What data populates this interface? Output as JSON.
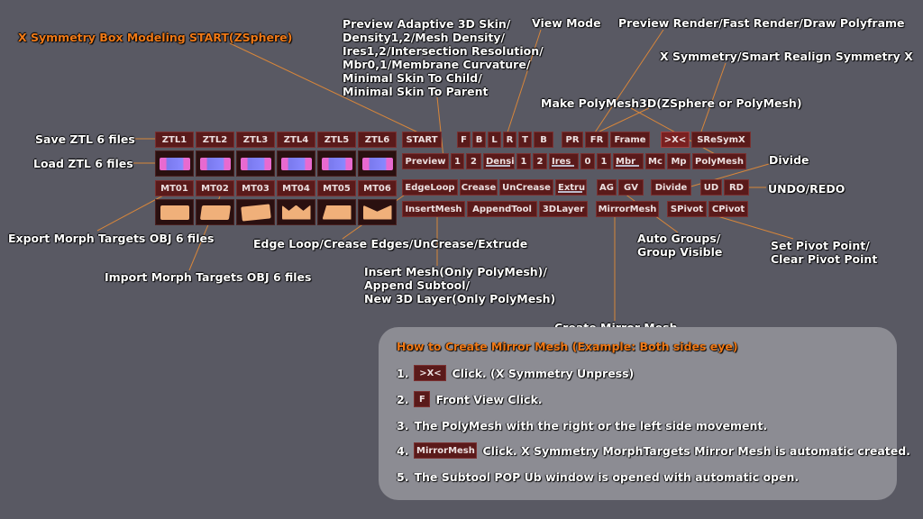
{
  "annotations": {
    "x_symmetry_start": "X Symmetry Box Modeling START(ZSphere)",
    "preview_adaptive": [
      "Preview Adaptive 3D Skin/",
      "Density1,2/Mesh Density/",
      "Ires1,2/Intersection Resolution/",
      "Mbr0,1/Membrane Curvature/",
      "Minimal Skin To Child/",
      "Minimal Skin To Parent"
    ],
    "view_mode": "View Mode",
    "preview_render": "Preview Render/Fast Render/Draw Polyframe",
    "x_symmetry_realign": "X Symmetry/Smart Realign Symmetry X",
    "make_polymesh": "Make PolyMesh3D(ZSphere or PolyMesh)",
    "save_ztl": "Save ZTL 6 files",
    "load_ztl": "Load ZTL 6 files",
    "divide": "Divide",
    "undo_redo": "UNDO/REDO",
    "export_morph": "Export Morph Targets OBJ 6 files",
    "edge_loop": "Edge Loop/Crease Edges/UnCrease/Extrude",
    "auto_groups": [
      "Auto Groups/",
      "Group Visible"
    ],
    "set_pivot": [
      "Set Pivot Point/",
      "Clear Pivot Point"
    ],
    "import_morph": "Import Morph Targets OBJ 6 files",
    "insert_mesh": [
      "Insert Mesh(Only PolyMesh)/",
      "Append Subtool/",
      "New 3D Layer(Only PolyMesh)"
    ],
    "create_mirror": "Create Mirror Mesh"
  },
  "palette": {
    "ztl": [
      "ZTL1",
      "ZTL2",
      "ZTL3",
      "ZTL4",
      "ZTL5",
      "ZTL6"
    ],
    "mt": [
      "MT01",
      "MT02",
      "MT03",
      "MT04",
      "MT05",
      "MT06"
    ],
    "start": "START",
    "views": [
      "F",
      "B",
      "L",
      "R",
      "T",
      "B"
    ],
    "pr": "PR",
    "fr": "FR",
    "frame": "Frame",
    "xsym": ">X<",
    "sresymx": "SReSymX",
    "preview": "Preview",
    "n1": "1",
    "n2": "2",
    "densi": "Densi",
    "d1": "1",
    "d2": "2",
    "ires": "Ires",
    "i0": "0",
    "i1": "1",
    "mbr": "Mbr",
    "mc": "Mc",
    "mp": "Mp",
    "polymesh": "PolyMesh",
    "edgeloop": "EdgeLoop",
    "crease": "Crease",
    "uncrease": "UnCrease",
    "extru": "Extru",
    "ag": "AG",
    "gv": "GV",
    "divide": "Divide",
    "ud": "UD",
    "rd": "RD",
    "insertmesh": "InsertMesh",
    "appendtool": "AppendTool",
    "layer3d": "3DLayer",
    "mirrormesh": "MirrorMesh",
    "spivot": "SPivot",
    "cpivot": "CPivot"
  },
  "howto": {
    "title": "How to Create Mirror Mesh (Example: Both sides eye)",
    "steps": [
      {
        "num": "1.",
        "chip": ">X<",
        "text": "Click. (X Symmetry Unpress)"
      },
      {
        "num": "2.",
        "chip": "F",
        "text": "Front View Click."
      },
      {
        "num": "3.",
        "text": "The PolyMesh with the right or the left side movement."
      },
      {
        "num": "4.",
        "chip": "MirrorMesh",
        "text": "Click. X Symmetry MorphTargets Mirror Mesh is automatic created."
      },
      {
        "num": "5.",
        "text": "The Subtool POP Ub window is opened with automatic open."
      }
    ]
  },
  "colors": {
    "background": "#595963",
    "button": "#5a1a1a",
    "annotation_orange": "#f07a18",
    "leader_line": "#d8863a",
    "panel": "#8c8c93"
  }
}
